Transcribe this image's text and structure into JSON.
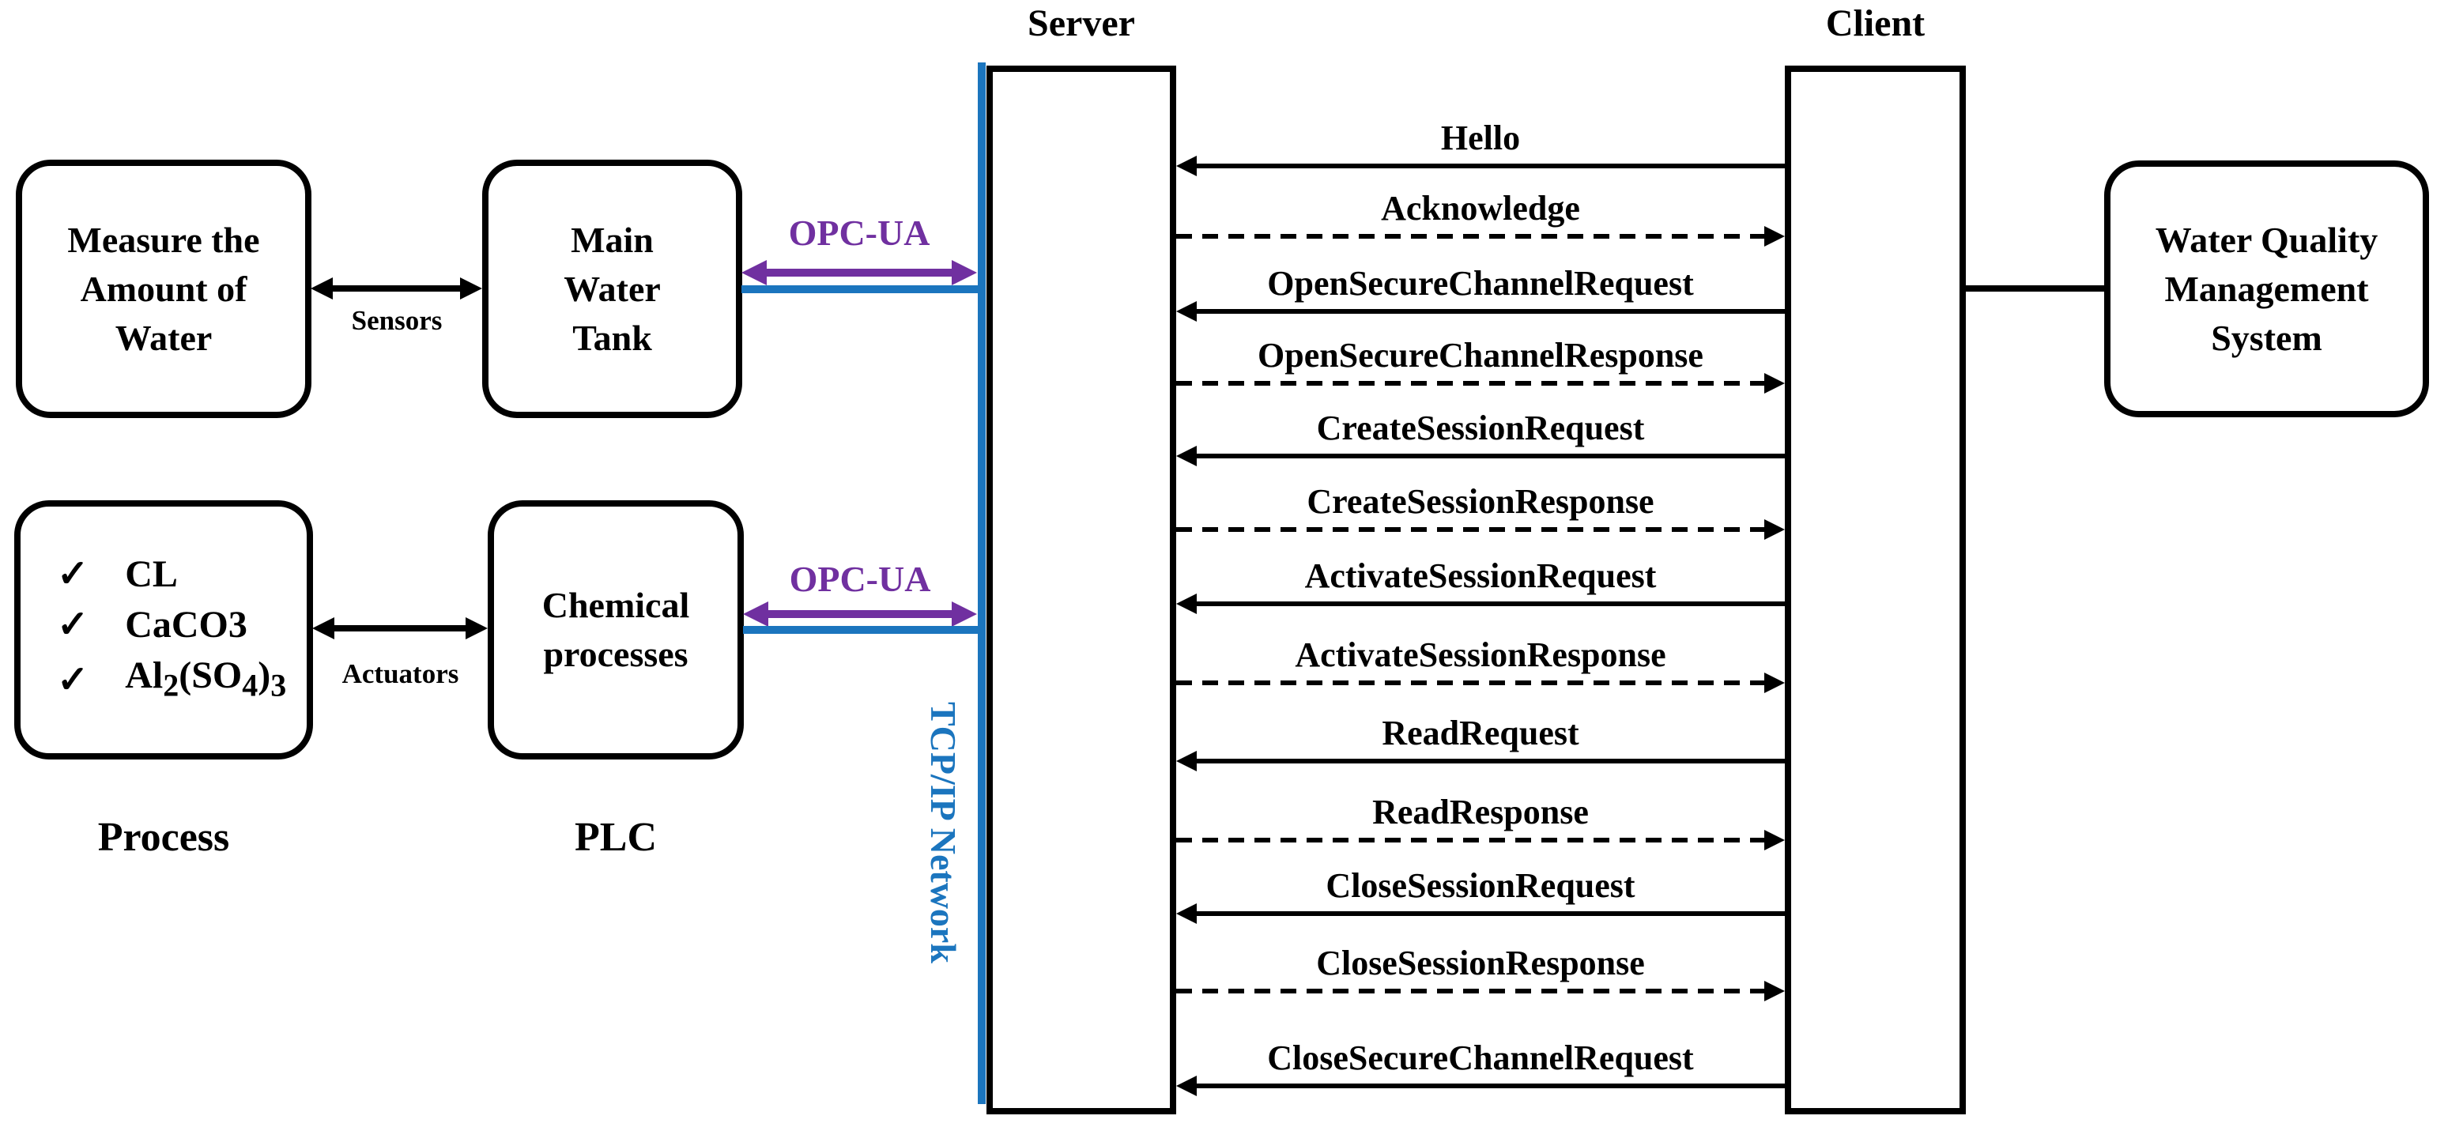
{
  "colors": {
    "accent_purple": "#7030A0",
    "accent_blue": "#1B75BE",
    "ink": "#000000"
  },
  "icons": {
    "check": "✓"
  },
  "left_flow": {
    "measure_box": {
      "lines": [
        "Measure the",
        "Amount of",
        "Water"
      ]
    },
    "tank_box": {
      "lines": [
        "Main",
        "Water",
        "Tank"
      ]
    },
    "sensors_label": "Sensors",
    "chemicals_box": {
      "items": [
        {
          "html": "CL"
        },
        {
          "html": "CaCO3"
        },
        {
          "html": "Al<sub>2</sub>(SO<sub>4</sub>)<sub>3</sub>"
        }
      ]
    },
    "chemical_processes_box": {
      "lines": [
        "Chemical",
        "processes"
      ]
    },
    "actuators_label": "Actuators",
    "process_caption": "Process",
    "plc_caption": "PLC"
  },
  "network": {
    "opcua_top_label": "OPC-UA",
    "opcua_bottom_label": "OPC-UA",
    "tcpip_label": "TCP/IP Network"
  },
  "sequence": {
    "server_title": "Server",
    "client_title": "Client",
    "messages": [
      {
        "label": "Hello",
        "style": "solid",
        "direction": "to-server"
      },
      {
        "label": "Acknowledge",
        "style": "dashed",
        "direction": "to-client"
      },
      {
        "label": "OpenSecureChannelRequest",
        "style": "solid",
        "direction": "to-server"
      },
      {
        "label": "OpenSecureChannelResponse",
        "style": "dashed",
        "direction": "to-client"
      },
      {
        "label": "CreateSessionRequest",
        "style": "solid",
        "direction": "to-server"
      },
      {
        "label": "CreateSessionResponse",
        "style": "dashed",
        "direction": "to-client"
      },
      {
        "label": "ActivateSessionRequest",
        "style": "solid",
        "direction": "to-server"
      },
      {
        "label": "ActivateSessionResponse",
        "style": "dashed",
        "direction": "to-client"
      },
      {
        "label": "ReadRequest",
        "style": "solid",
        "direction": "to-server"
      },
      {
        "label": "ReadResponse",
        "style": "dashed",
        "direction": "to-client"
      },
      {
        "label": "CloseSessionRequest",
        "style": "solid",
        "direction": "to-server"
      },
      {
        "label": "CloseSessionResponse",
        "style": "dashed",
        "direction": "to-client"
      },
      {
        "label": "CloseSecureChannelRequest",
        "style": "solid",
        "direction": "to-server"
      }
    ]
  },
  "right": {
    "wqms_box": {
      "lines": [
        "Water Quality",
        "Management",
        "System"
      ]
    }
  }
}
